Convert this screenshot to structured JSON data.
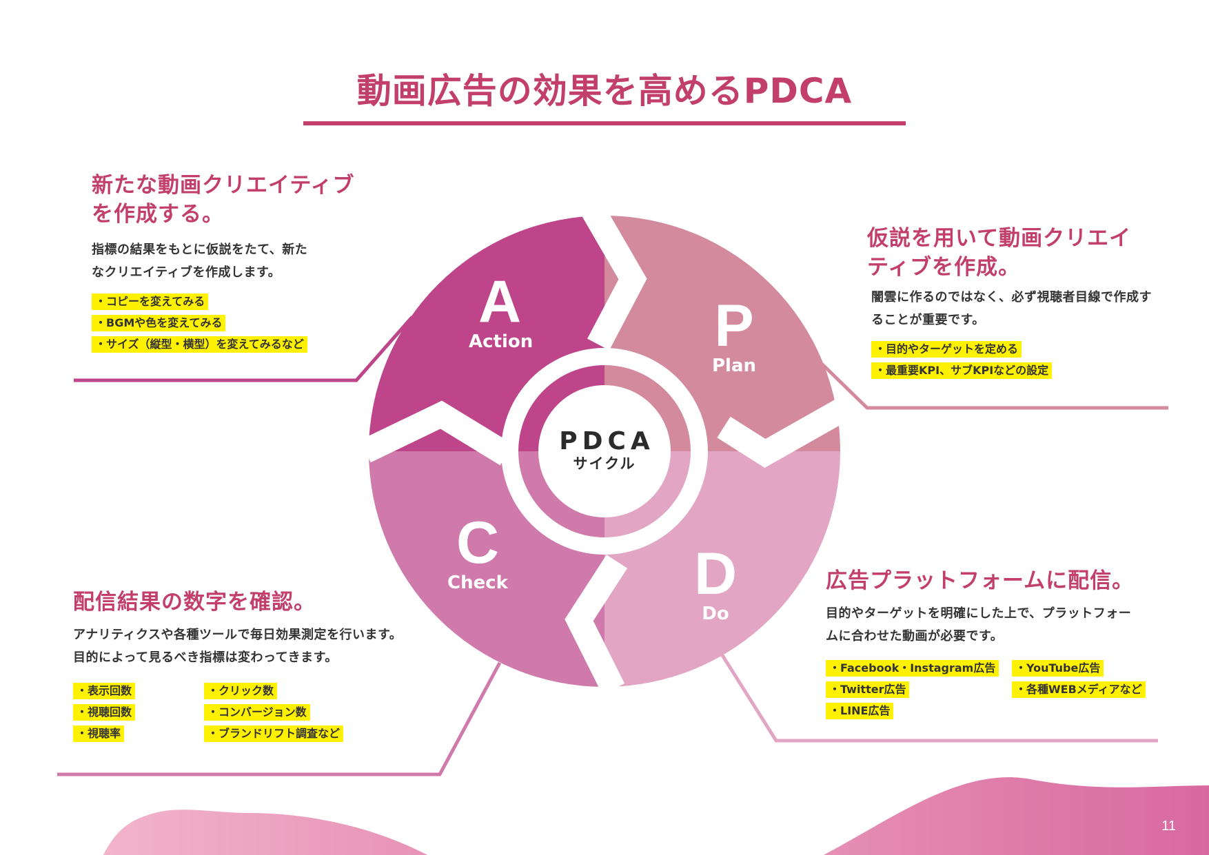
{
  "page": {
    "title": "動画広告の効果を高めるPDCA",
    "page_number": "11"
  },
  "colors": {
    "accent": "#c23f6b",
    "action": "#be4589",
    "plan": "#d28a9c",
    "do": "#e2a6c4",
    "check": "#d07aab",
    "highlight": "#fff100"
  },
  "diagram": {
    "center_title": "PDCA",
    "center_subtitle": "サイクル",
    "segments": [
      {
        "letter": "P",
        "label": "Plan"
      },
      {
        "letter": "D",
        "label": "Do"
      },
      {
        "letter": "C",
        "label": "Check"
      },
      {
        "letter": "A",
        "label": "Action"
      }
    ]
  },
  "sections": {
    "action": {
      "heading_line1": "新たな動画クリエイティブ",
      "heading_line2": "を作成する。",
      "body_line1": "指標の結果をもとに仮説をたて、新た",
      "body_line2": "なクリエイティブを作成します。",
      "tags": [
        "・コピーを変えてみる",
        "・BGMや色を変えてみる",
        "・サイズ（縦型・横型）を変えてみるなど"
      ]
    },
    "plan": {
      "heading_line1": "仮説を用いて動画クリエイ",
      "heading_line2": "ティブを作成。",
      "body_line1": "闇雲に作るのではなく、必ず視聴者目線で作成す",
      "body_line2": "ることが重要です。",
      "tags": [
        "・目的やターゲットを定める",
        "・最重要KPI、サブKPIなどの設定"
      ]
    },
    "check": {
      "heading": "配信結果の数字を確認。",
      "body_line1": "アナリティクスや各種ツールで毎日効果測定を行います。",
      "body_line2": "目的によって見るべき指標は変わってきます。",
      "tags_col1": [
        "・表示回数",
        "・視聴回数",
        "・視聴率"
      ],
      "tags_col2": [
        "・クリック数",
        "・コンバージョン数",
        "・ブランドリフト調査など"
      ]
    },
    "do": {
      "heading": "広告プラットフォームに配信。",
      "body_line1": "目的やターゲットを明確にした上で、プラットフォー",
      "body_line2": "ムに合わせた動画が必要です。",
      "tags_col1": [
        "・Facebook・Instagram広告",
        "・Twitter広告",
        "・LINE広告"
      ],
      "tags_col2": [
        "・YouTube広告",
        "・各種WEBメディアなど"
      ]
    }
  }
}
